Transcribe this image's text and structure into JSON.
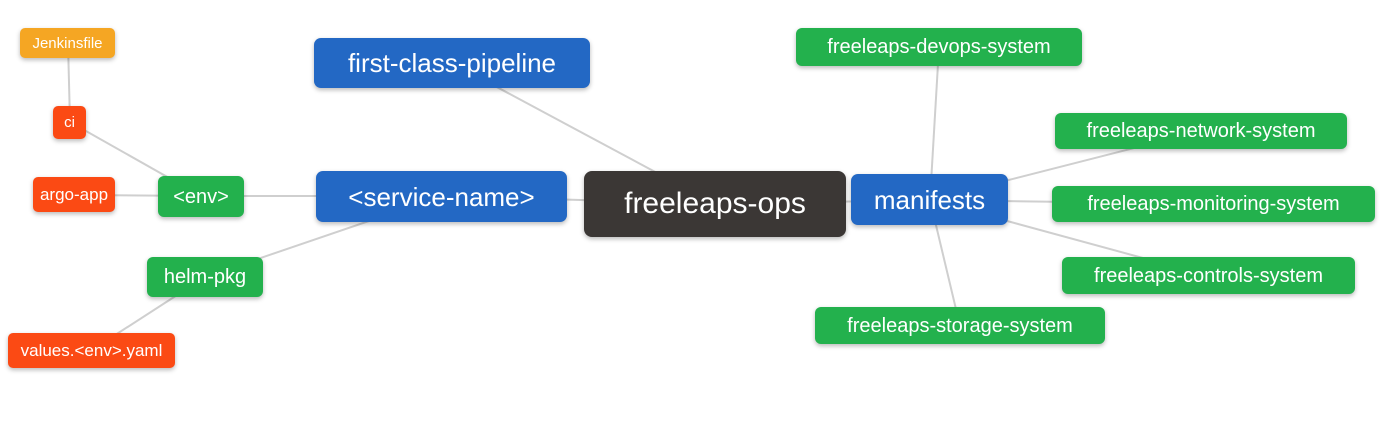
{
  "diagram": {
    "type": "mindmap",
    "root": "freeleaps-ops",
    "nodes": [
      {
        "id": "jenkinsfile",
        "label": "Jenkinsfile",
        "color": "orange"
      },
      {
        "id": "ci",
        "label": "ci",
        "color": "red"
      },
      {
        "id": "argo-app",
        "label": "argo-app",
        "color": "red"
      },
      {
        "id": "env",
        "label": "<env>",
        "color": "green"
      },
      {
        "id": "helm-pkg",
        "label": "helm-pkg",
        "color": "green"
      },
      {
        "id": "values-env-yaml",
        "label": "values.<env>.yaml",
        "color": "red"
      },
      {
        "id": "first-class-pipeline",
        "label": "first-class-pipeline",
        "color": "blue"
      },
      {
        "id": "service-name",
        "label": "<service-name>",
        "color": "blue"
      },
      {
        "id": "freeleaps-ops",
        "label": "freeleaps-ops",
        "color": "dark"
      },
      {
        "id": "manifests",
        "label": "manifests",
        "color": "blue"
      },
      {
        "id": "freeleaps-devops-system",
        "label": "freeleaps-devops-system",
        "color": "green"
      },
      {
        "id": "freeleaps-network-system",
        "label": "freeleaps-network-system",
        "color": "green"
      },
      {
        "id": "freeleaps-monitoring-system",
        "label": "freeleaps-monitoring-system",
        "color": "green"
      },
      {
        "id": "freeleaps-controls-system",
        "label": "freeleaps-controls-system",
        "color": "green"
      },
      {
        "id": "freeleaps-storage-system",
        "label": "freeleaps-storage-system",
        "color": "green"
      }
    ],
    "edges": [
      [
        "jenkinsfile",
        "ci"
      ],
      [
        "ci",
        "env"
      ],
      [
        "argo-app",
        "env"
      ],
      [
        "env",
        "service-name"
      ],
      [
        "helm-pkg",
        "service-name"
      ],
      [
        "values-env-yaml",
        "helm-pkg"
      ],
      [
        "first-class-pipeline",
        "freeleaps-ops"
      ],
      [
        "service-name",
        "freeleaps-ops"
      ],
      [
        "freeleaps-ops",
        "manifests"
      ],
      [
        "manifests",
        "freeleaps-devops-system"
      ],
      [
        "manifests",
        "freeleaps-network-system"
      ],
      [
        "manifests",
        "freeleaps-monitoring-system"
      ],
      [
        "manifests",
        "freeleaps-controls-system"
      ],
      [
        "manifests",
        "freeleaps-storage-system"
      ]
    ],
    "colors": {
      "orange": "#F5A623",
      "red": "#FB4A14",
      "green": "#23B14D",
      "blue": "#2368C4",
      "dark": "#3B3735",
      "edge": "#CFCFCF",
      "text": "#FFFFFF",
      "background": "#FFFFFF"
    }
  }
}
